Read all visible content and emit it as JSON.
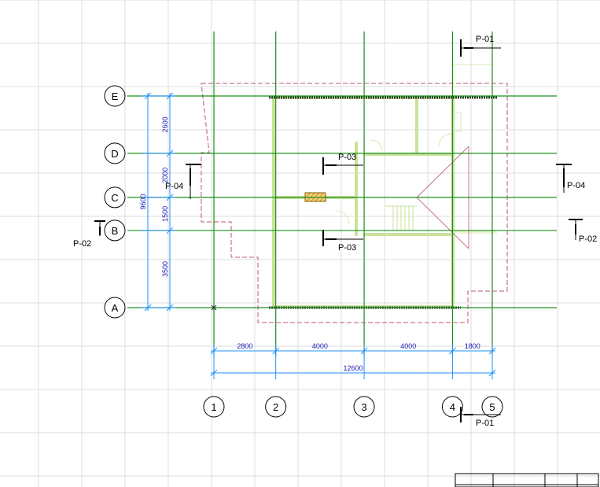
{
  "plan": {
    "row_axes": [
      {
        "label": "E",
        "position_mm": 9600
      },
      {
        "label": "D",
        "position_mm": 7000
      },
      {
        "label": "C",
        "position_mm": 5000
      },
      {
        "label": "B",
        "position_mm": 3500
      },
      {
        "label": "A",
        "position_mm": 0
      }
    ],
    "column_axes": [
      {
        "label": "1",
        "position_mm": 0
      },
      {
        "label": "2",
        "position_mm": 2800
      },
      {
        "label": "3",
        "position_mm": 6800
      },
      {
        "label": "4",
        "position_mm": 10800
      },
      {
        "label": "5",
        "position_mm": 12600
      }
    ],
    "horizontal_dimensions": {
      "segments": [
        "2800",
        "4000",
        "4000",
        "1800"
      ],
      "total": "12600"
    },
    "vertical_dimensions": {
      "segments": [
        "2600",
        "2000",
        "1500",
        "3500"
      ],
      "total": "9600"
    },
    "section_marks": {
      "p01_top": "P-01",
      "p01_bottom": "P-01",
      "p02_left": "P-02",
      "p02_right": "P-02",
      "p03_top": "P-03",
      "p03_bottom": "P-03",
      "p04_left": "P-04",
      "p04_right": "P-04"
    },
    "colors": {
      "axis_line": "#1a8f1a",
      "dimension": "#1e90ff",
      "dimension_text": "#1b1bb4",
      "wall": "#c9e39a",
      "outline": "#b85a6e",
      "sheet_grid": "#dcdcdc"
    }
  }
}
